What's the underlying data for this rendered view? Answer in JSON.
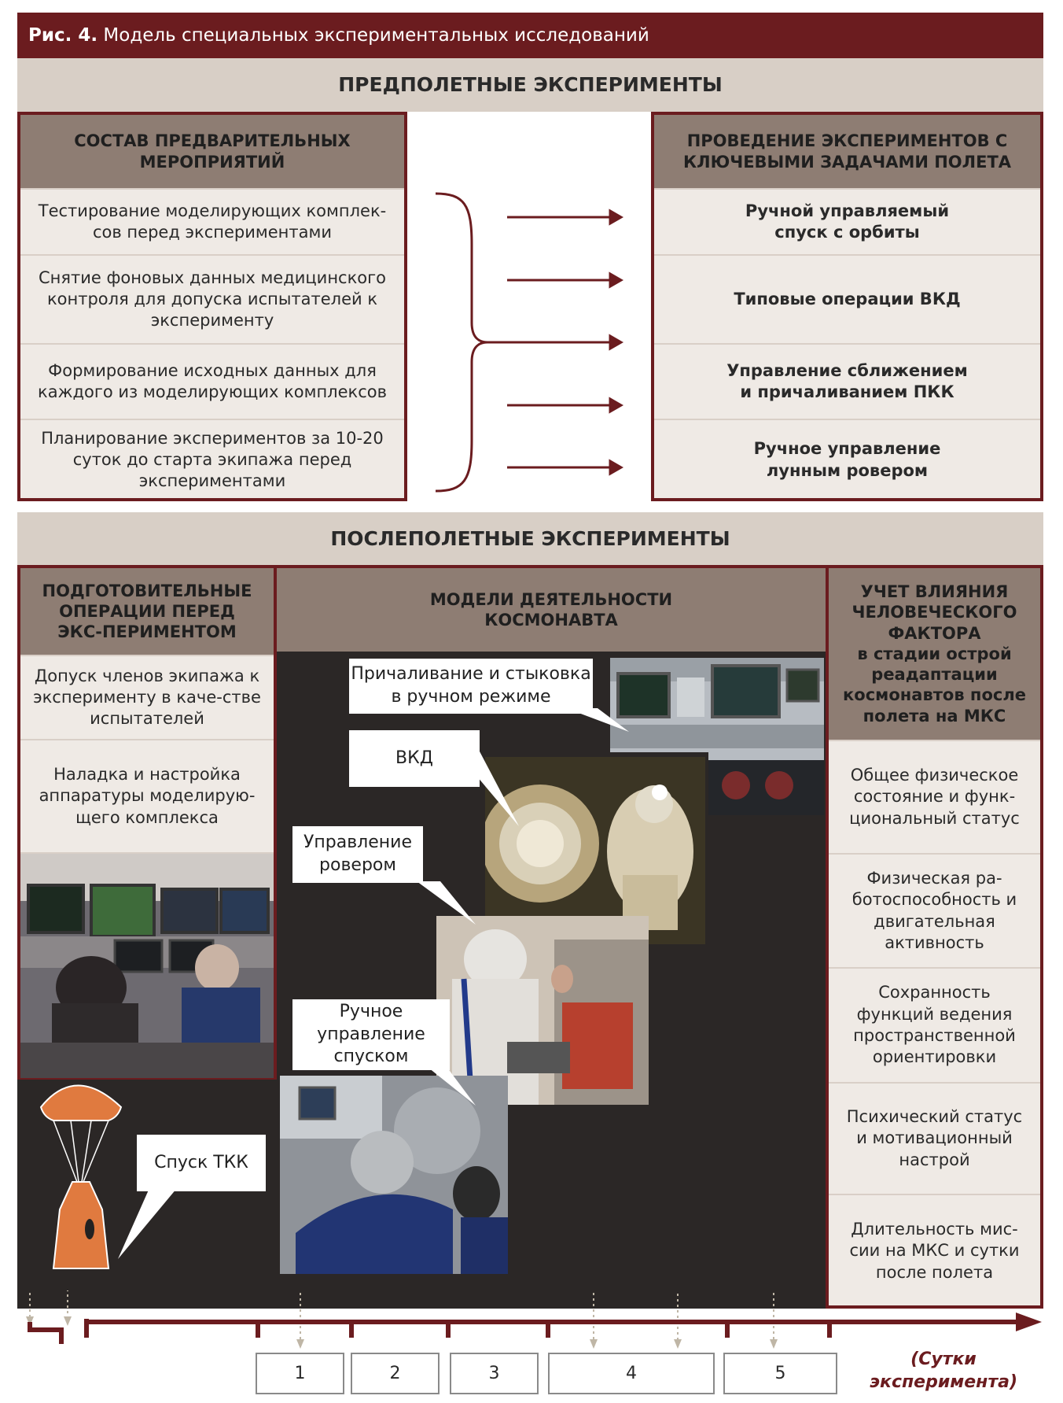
{
  "figure": {
    "label": "Рис. 4.",
    "title": "Модель специальных экспериментальных исследований"
  },
  "preflight": {
    "title": "ПРЕДПОЛЕТНЫЕ ЭКСПЕРИМЕНТЫ",
    "left_header": "СОСТАВ ПРЕДВАРИТЕЛЬНЫХ МЕРОПРИЯТИЙ",
    "left_items": [
      "Тестирование моделирующих комплек-сов перед экспериментами",
      "Снятие фоновых данных медицинского контроля для допуска испытателей к эксперименту",
      "Формирование исходных данных для каждого из моделирующих комплексов",
      "Планирование экспериментов за 10-20 суток до старта экипажа перед экспериментами"
    ],
    "right_header": "ПРОВЕДЕНИЕ ЭКСПЕРИМЕНТОВ С КЛЮЧЕВЫМИ ЗАДАЧАМИ ПОЛЕТА",
    "right_items": [
      "Ручной управляемый спуск с орбиты",
      "Типовые операции ВКД",
      "Управление сближением и причаливанием ПКК",
      "Ручное управление лунным ровером"
    ]
  },
  "postflight": {
    "title": "ПОСЛЕПОЛЕТНЫЕ ЭКСПЕРИМЕНТЫ",
    "left_header": "ПОДГОТОВИТЕЛЬНЫЕ ОПЕРАЦИИ ПЕРЕД ЭКС-ПЕРИМЕНТОМ",
    "left_items": [
      "Допуск членов экипажа к эксперименту в каче-стве испытателей",
      "Наладка и настройка аппаратуры моделирую-щего комплекса"
    ],
    "middle_header": "МОДЕЛИ ДЕЯТЕЛЬНОСТИ КОСМОНАВТА",
    "callouts": {
      "docking": "Причаливание и стыковка в ручном режиме",
      "eva": "ВКД",
      "rover": "Управление ровером",
      "descent": "Ручное управление спуском",
      "tkk": "Спуск ТКК"
    },
    "right_header_bold": "УЧЕТ ВЛИЯНИЯ ЧЕЛОВЕЧЕСКОГО ФАКТОРА",
    "right_header_rest": "в стадии острой реадаптации космонавтов после полета на МКС",
    "right_items": [
      "Общее физическое состояние и функ-циональный статус",
      "Физическая ра-ботоспособность и двигательная активность",
      "Сохранность функций ведения пространственной ориентировки",
      "Психический статус и мотивационный настрой",
      "Длительность мис-сии на МКС и сутки после полета"
    ]
  },
  "timeline": {
    "days": [
      "1",
      "2",
      "3",
      "4",
      "5"
    ],
    "unit_label": "(Сутки эксперимента)"
  },
  "colors": {
    "maroon": "#6b1c1f",
    "header_gray": "#8e7d73",
    "band": "#d8cfc6",
    "cell_bg": "#efeae5",
    "dark": "#2b2726",
    "parachute": "#e07a3f"
  }
}
